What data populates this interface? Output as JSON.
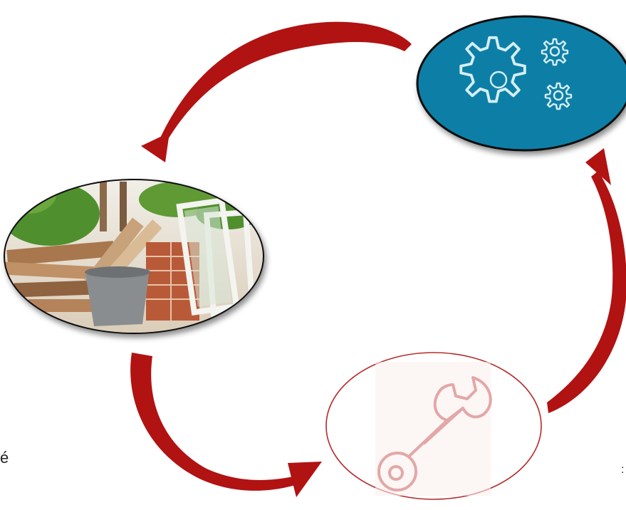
{
  "diagram": {
    "nodes": [
      {
        "id": "processing",
        "icon": "gears-icon",
        "fill": "#0b7fa6",
        "stroke": "#111111"
      },
      {
        "id": "waste-materials",
        "icon": "construction-debris-photo",
        "stroke": "#111111"
      },
      {
        "id": "repair",
        "icon": "wrench-icon",
        "fill": "#ffffff",
        "stroke": "#b52a2a",
        "icon_color": "#e3a7a7"
      }
    ],
    "arrows": [
      {
        "from": "processing",
        "to": "waste-materials",
        "color": "#b11212"
      },
      {
        "from": "waste-materials",
        "to": "repair",
        "color": "#b11212"
      },
      {
        "from": "repair",
        "to": "processing",
        "color": "#b11212"
      }
    ]
  },
  "edge_text": {
    "left": "é",
    "right": ":"
  }
}
